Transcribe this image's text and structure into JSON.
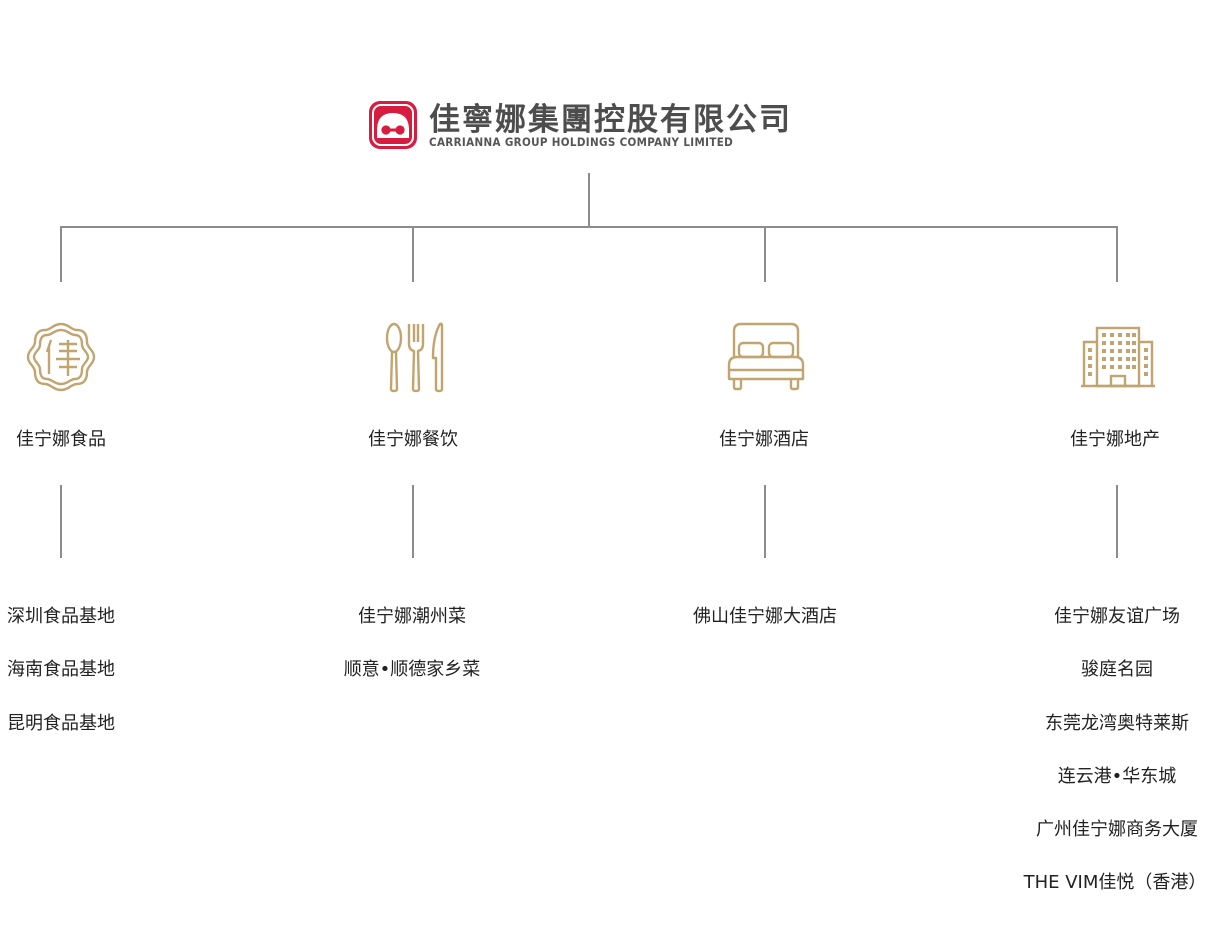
{
  "header": {
    "company_name_cn": "佳寧娜集團控股有限公司",
    "company_name_en": "CARRIANNA GROUP HOLDINGS COMPANY LIMITED",
    "brand_color": "#d81c3f",
    "icon_color": "#c2a46f"
  },
  "divisions": [
    {
      "name": "佳宁娜食品",
      "icon": "jia-seal-icon",
      "subsidiaries": [
        "深圳食品基地",
        "海南食品基地",
        "昆明食品基地"
      ]
    },
    {
      "name": "佳宁娜餐饮",
      "icon": "cutlery-icon",
      "subsidiaries": [
        "佳宁娜潮州菜",
        "顺意•顺德家乡菜"
      ]
    },
    {
      "name": "佳宁娜酒店",
      "icon": "bed-icon",
      "subsidiaries": [
        "佛山佳宁娜大酒店"
      ]
    },
    {
      "name": "佳宁娜地产",
      "icon": "building-icon",
      "subsidiaries": [
        "佳宁娜友谊广场",
        "骏庭名园",
        "东莞龙湾奥特莱斯",
        "连云港•华东城",
        "广州佳宁娜商务大厦",
        "THE VIM佳悦（香港）"
      ]
    }
  ]
}
